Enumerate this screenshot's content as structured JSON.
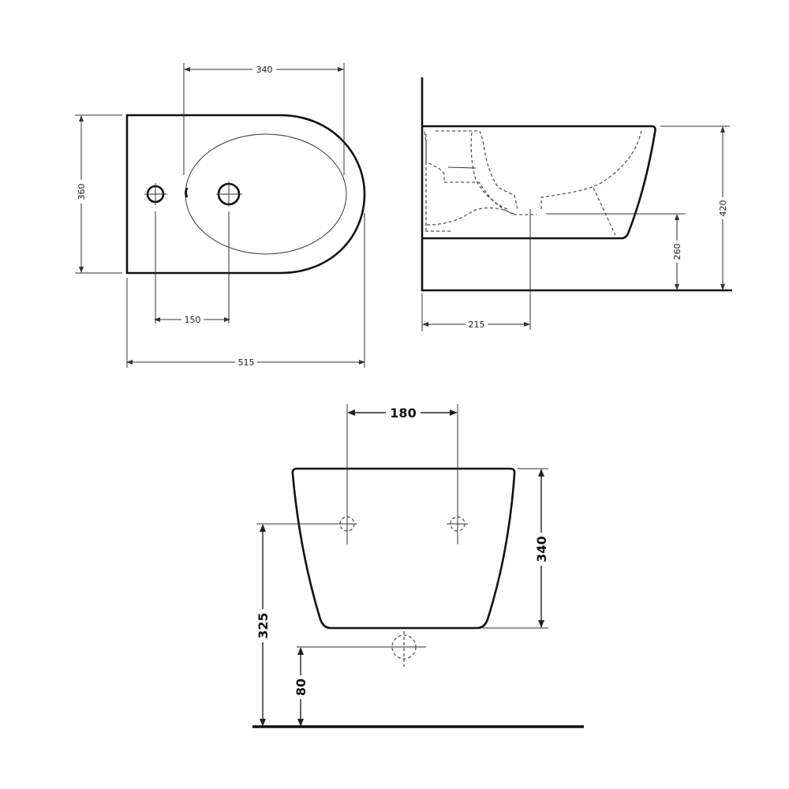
{
  "top_view": {
    "dim_bowl_width": "340",
    "dim_depth": "360",
    "dim_hole_spacing": "150",
    "dim_length": "515"
  },
  "side_view": {
    "dim_height": "420",
    "dim_outlet_height": "260",
    "dim_outlet_distance": "215"
  },
  "front_view": {
    "dim_fixing_spacing": "180",
    "dim_body_height": "340",
    "dim_fixing_height": "325",
    "dim_outlet_height": "80"
  }
}
